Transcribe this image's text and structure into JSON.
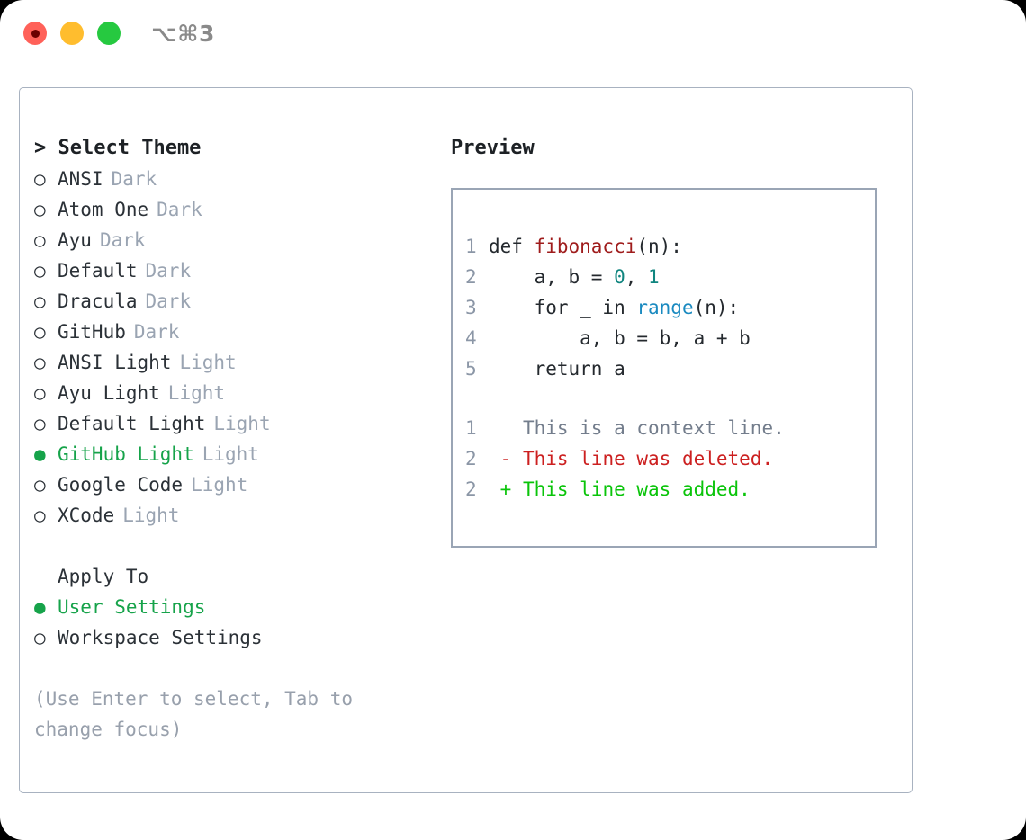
{
  "titlebar": {
    "shortcut": "⌥⌘3",
    "buttons": [
      {
        "name": "close",
        "color": "#ff6159"
      },
      {
        "name": "minimize",
        "color": "#ffbd2e"
      },
      {
        "name": "zoom",
        "color": "#26c940"
      }
    ]
  },
  "theme_picker": {
    "heading": "> Select Theme",
    "bullet_selected": "●",
    "bullet_unselected": "○",
    "items": [
      {
        "label": "ANSI",
        "tag": "Dark",
        "selected": false
      },
      {
        "label": "Atom One",
        "tag": "Dark",
        "selected": false
      },
      {
        "label": "Ayu",
        "tag": "Dark",
        "selected": false
      },
      {
        "label": "Default",
        "tag": "Dark",
        "selected": false
      },
      {
        "label": "Dracula",
        "tag": "Dark",
        "selected": false
      },
      {
        "label": "GitHub",
        "tag": "Dark",
        "selected": false
      },
      {
        "label": "ANSI Light",
        "tag": "Light",
        "selected": false
      },
      {
        "label": "Ayu Light",
        "tag": "Light",
        "selected": false
      },
      {
        "label": "Default Light",
        "tag": "Light",
        "selected": false
      },
      {
        "label": "GitHub Light",
        "tag": "Light",
        "selected": true
      },
      {
        "label": "Google Code",
        "tag": "Light",
        "selected": false
      },
      {
        "label": "XCode",
        "tag": "Light",
        "selected": false
      }
    ]
  },
  "apply_to": {
    "heading": "Apply To",
    "items": [
      {
        "label": "User Settings",
        "selected": true
      },
      {
        "label": "Workspace Settings",
        "selected": false
      }
    ]
  },
  "hint": "(Use Enter to select, Tab to change focus)",
  "preview": {
    "heading": "Preview",
    "code_lines": [
      {
        "num": "1",
        "tokens": [
          {
            "t": "def ",
            "k": "plain"
          },
          {
            "t": "fibonacci",
            "k": "fn"
          },
          {
            "t": "(n):",
            "k": "plain"
          }
        ]
      },
      {
        "num": "2",
        "tokens": [
          {
            "t": "    a, b = ",
            "k": "plain"
          },
          {
            "t": "0",
            "k": "num"
          },
          {
            "t": ", ",
            "k": "plain"
          },
          {
            "t": "1",
            "k": "num"
          }
        ]
      },
      {
        "num": "3",
        "tokens": [
          {
            "t": "    for _ in ",
            "k": "plain"
          },
          {
            "t": "range",
            "k": "call"
          },
          {
            "t": "(n):",
            "k": "plain"
          }
        ]
      },
      {
        "num": "4",
        "tokens": [
          {
            "t": "        a, b = b, a + b",
            "k": "plain"
          }
        ]
      },
      {
        "num": "5",
        "tokens": [
          {
            "t": "    return a",
            "k": "plain"
          }
        ]
      }
    ],
    "diff_lines": [
      {
        "num": "1",
        "marker": " ",
        "text": " This is a context line.",
        "kind": "ctx"
      },
      {
        "num": "2",
        "marker": "-",
        "text": " This line was deleted.",
        "kind": "del"
      },
      {
        "num": "2",
        "marker": "+",
        "text": " This line was added.",
        "kind": "add"
      }
    ]
  },
  "colors": {
    "selection_green": "#16a34a",
    "diff_add_green": "#0ac40a",
    "diff_del_red": "#cc2020",
    "function_red": "#9f1c1c",
    "number_teal": "#10857f",
    "call_blue": "#1a8ac0",
    "muted_gray": "#9aa4b2",
    "border_blue_gray": "#a8b2c0"
  }
}
